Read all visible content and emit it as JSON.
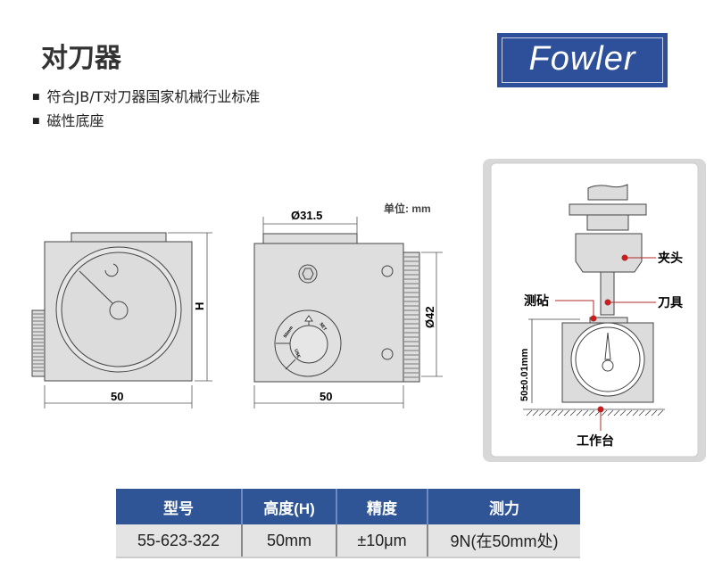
{
  "title": "对刀器",
  "bullets": [
    "符合JB/T对刀器国家机械行业标准",
    "磁性底座"
  ],
  "logo": {
    "text": "Fowler",
    "color": "#2e4f9a"
  },
  "drawing": {
    "unit_label": "单位: mm",
    "left_width": "50",
    "left_height": "H",
    "mid_top_diameter": "Ø31.5",
    "mid_width": "50",
    "mid_knob_diameter": "Ø42",
    "dial_labels": [
      "50mm",
      "SET",
      "USE"
    ]
  },
  "usage_diagram": {
    "labels": {
      "chuck": "夹头",
      "anvil": "测砧",
      "tool": "刀具",
      "table": "工作台",
      "height": "50±0.01mm"
    }
  },
  "spec_table": {
    "header_color": "#2f5597",
    "headers": [
      "型号",
      "高度(H)",
      "精度",
      "测力"
    ],
    "rows": [
      [
        "55-623-322",
        "50mm",
        "±10μm",
        "9N(在50mm处)"
      ]
    ]
  }
}
